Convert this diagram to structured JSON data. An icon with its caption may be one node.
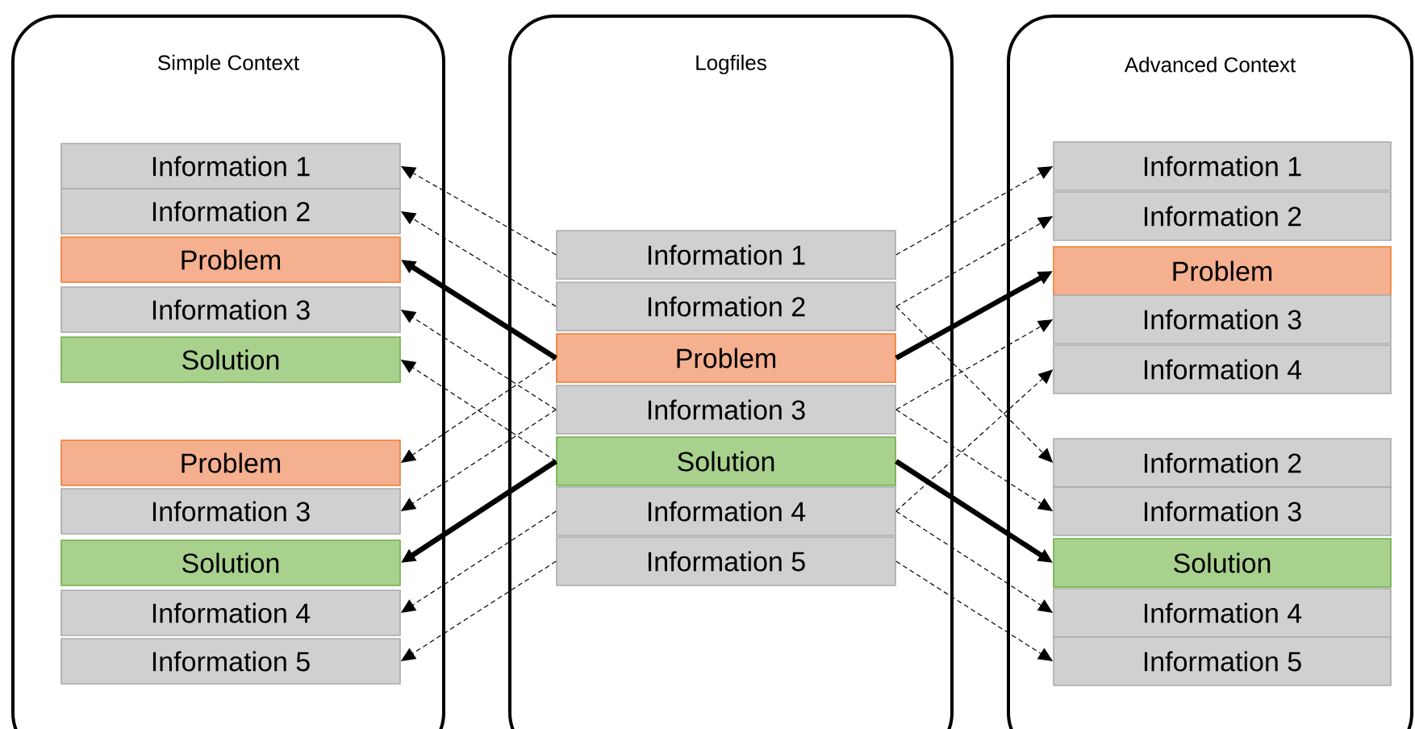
{
  "diagram": {
    "nodes": [
      {
        "text": [
          "Simple Context"
        ]
      },
      {
        "text": [
          "Logfiles"
        ]
      },
      {
        "text": [
          "Advanced Context"
        ]
      },
      {
        "text": [
          "Information 1"
        ],
        "in": 0
      },
      {
        "text": [
          "Information 2"
        ],
        "in": 0
      },
      {
        "text": [
          "Problem"
        ],
        "in": 0
      },
      {
        "text": [
          "Information 3"
        ],
        "in": 0
      },
      {
        "text": [
          "Solution"
        ],
        "in": 0
      },
      {
        "text": [
          "Problem"
        ],
        "in": 0
      },
      {
        "text": [
          "Information 3"
        ],
        "in": 0
      },
      {
        "text": [
          "Solution"
        ],
        "in": 0
      },
      {
        "text": [
          "Information 4"
        ],
        "in": 0
      },
      {
        "text": [
          "Information 5"
        ],
        "in": 0
      },
      {
        "text": [
          "Information 1"
        ],
        "in": 1
      },
      {
        "text": [
          "Information 2"
        ],
        "in": 1
      },
      {
        "text": [
          "Problem"
        ],
        "in": 1
      },
      {
        "text": [
          "Information 3"
        ],
        "in": 1
      },
      {
        "text": [
          "Solution"
        ],
        "in": 1
      },
      {
        "text": [
          "Information 4"
        ],
        "in": 1
      },
      {
        "text": [
          "Information 5"
        ],
        "in": 1
      },
      {
        "text": [
          "Information 1"
        ],
        "in": 2
      },
      {
        "text": [
          "Information 2"
        ],
        "in": 2
      },
      {
        "text": [
          "Problem"
        ],
        "in": 2
      },
      {
        "text": [
          "Information 3"
        ],
        "in": 2
      },
      {
        "text": [
          "Information 4"
        ],
        "in": 2
      },
      {
        "text": [
          "Information 2"
        ],
        "in": 2
      },
      {
        "text": [
          "Information 3"
        ],
        "in": 2
      },
      {
        "text": [
          "Solution"
        ],
        "in": 2
      },
      {
        "text": [
          "Information 4"
        ],
        "in": 2
      },
      {
        "text": [
          "Information 5"
        ],
        "in": 2
      }
    ],
    "edges": [
      {
        "from": 13,
        "to": 3,
        "arrow": "to",
        "style": "dashed"
      },
      {
        "from": 14,
        "to": 4,
        "arrow": "to",
        "style": "dashed"
      },
      {
        "from": 15,
        "to": 5,
        "arrow": "to",
        "style": "thick"
      },
      {
        "from": 16,
        "to": 6,
        "arrow": "to",
        "style": "dashed"
      },
      {
        "from": 17,
        "to": 7,
        "arrow": "to",
        "style": "dashed"
      },
      {
        "from": 15,
        "to": 8,
        "arrow": "to",
        "style": "dashed"
      },
      {
        "from": 16,
        "to": 9,
        "arrow": "to",
        "style": "dashed"
      },
      {
        "from": 17,
        "to": 10,
        "arrow": "to",
        "style": "thick"
      },
      {
        "from": 18,
        "to": 11,
        "arrow": "to",
        "style": "dashed"
      },
      {
        "from": 19,
        "to": 12,
        "arrow": "to",
        "style": "dashed"
      },
      {
        "from": 13,
        "to": 20,
        "arrow": "to",
        "style": "dashed"
      },
      {
        "from": 14,
        "to": 21,
        "arrow": "to",
        "style": "dashed"
      },
      {
        "from": 15,
        "to": 22,
        "arrow": "to",
        "style": "thick"
      },
      {
        "from": 16,
        "to": 23,
        "arrow": "to",
        "style": "dashed"
      },
      {
        "from": 18,
        "to": 24,
        "arrow": "to",
        "style": "dashed"
      },
      {
        "from": 14,
        "to": 25,
        "arrow": "to",
        "style": "dashed"
      },
      {
        "from": 16,
        "to": 26,
        "arrow": "to",
        "style": "dashed"
      },
      {
        "from": 17,
        "to": 27,
        "arrow": "to",
        "style": "thick"
      },
      {
        "from": 18,
        "to": 28,
        "arrow": "to",
        "style": "dashed"
      },
      {
        "from": 19,
        "to": 29,
        "arrow": "to",
        "style": "dashed"
      }
    ]
  }
}
